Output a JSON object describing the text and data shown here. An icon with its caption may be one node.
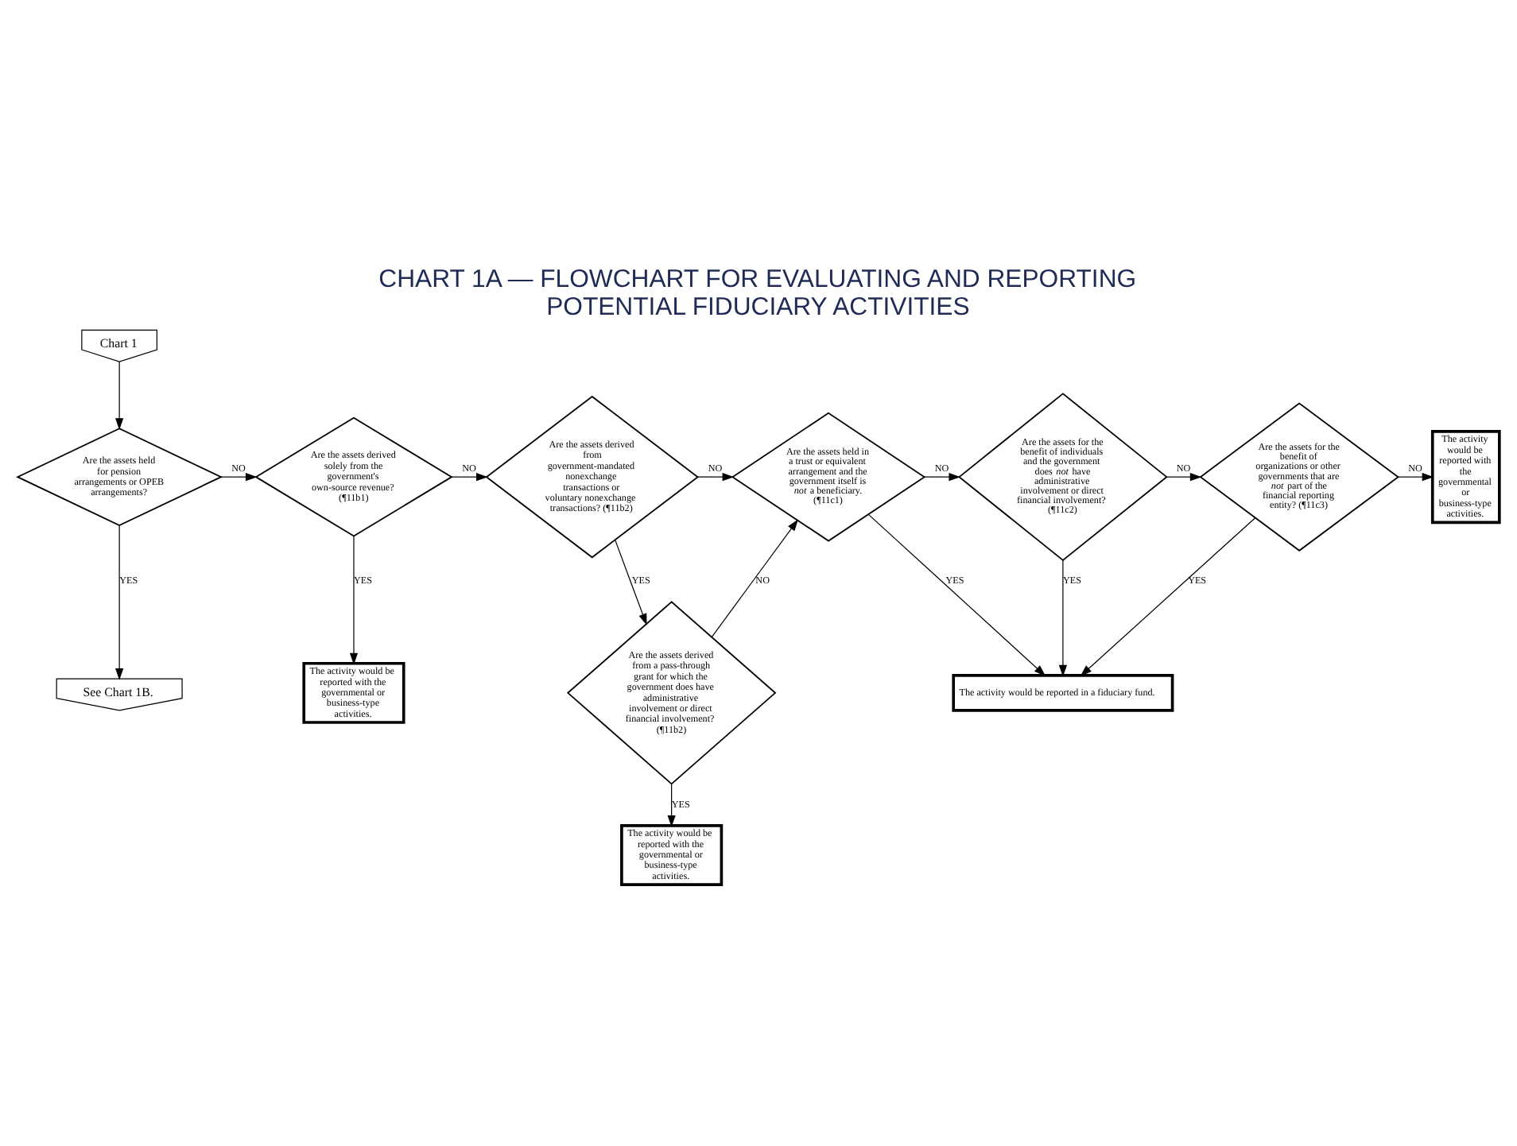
{
  "diagram": {
    "title": "CHART 1A — FLOWCHART FOR EVALUATING AND REPORTING POTENTIAL FIDUCIARY ACTIVITIES",
    "nodes": [
      {
        "text": [
          "Chart 1"
        ]
      },
      {
        "text": [
          "Are the assets held for pension arrangements or OPEB arrangements?"
        ]
      },
      {
        "text": [
          "See Chart 1B."
        ]
      },
      {
        "text": [
          "Are the assets derived solely from the government's own-source revenue? (¶11b1)"
        ]
      },
      {
        "text": [
          "The activity would be reported with the governmental or business-type activities."
        ]
      },
      {
        "text": [
          "Are the assets derived from government-mandated nonexchange transactions or voluntary nonexchange transactions? (¶11b2)"
        ]
      },
      {
        "text": [
          "Are the assets derived from a pass-through grant for which the government does have administrative involvement or direct financial involvement? (¶11b2)"
        ]
      },
      {
        "text": [
          "The activity would be reported with the governmental or business-type activities."
        ]
      },
      {
        "text": [
          "Are the assets held in a trust or equivalent arrangement and the government itself is *not* a beneficiary. (¶11c1)"
        ]
      },
      {
        "text": [
          "Are the assets for the benefit of individuals and the government does *not* have administrative involvement or direct financial involvement? (¶11c2)"
        ]
      },
      {
        "text": [
          "Are the assets for the benefit of organizations or other governments that are *not* part of the financial reporting entity? (¶11c3)"
        ]
      },
      {
        "text": [
          "The activity would be reported with the governmental or business-type activities."
        ]
      },
      {
        "text": [
          "The activity would be reported in a fiduciary fund."
        ]
      }
    ],
    "edges": [
      {
        "from": 0,
        "to": 1,
        "arrow": "to"
      },
      {
        "from": 1,
        "to": 2,
        "arrow": "to",
        "label": "YES"
      },
      {
        "from": 1,
        "to": 3,
        "arrow": "to",
        "label": "NO"
      },
      {
        "from": 3,
        "to": 4,
        "arrow": "to",
        "label": "YES"
      },
      {
        "from": 3,
        "to": 5,
        "arrow": "to",
        "label": "NO"
      },
      {
        "from": 5,
        "to": 6,
        "arrow": "to",
        "label": "YES"
      },
      {
        "from": 5,
        "to": 8,
        "arrow": "to",
        "label": "NO"
      },
      {
        "from": 6,
        "to": 8,
        "arrow": "to",
        "label": "NO"
      },
      {
        "from": 6,
        "to": 7,
        "arrow": "to",
        "label": "YES"
      },
      {
        "from": 8,
        "to": 12,
        "arrow": "to",
        "label": "YES"
      },
      {
        "from": 8,
        "to": 9,
        "arrow": "to",
        "label": "NO"
      },
      {
        "from": 9,
        "to": 12,
        "arrow": "to",
        "label": "YES"
      },
      {
        "from": 9,
        "to": 10,
        "arrow": "to",
        "label": "NO"
      },
      {
        "from": 10,
        "to": 12,
        "arrow": "to",
        "label": "YES"
      },
      {
        "from": 10,
        "to": 11,
        "arrow": "to",
        "label": "NO"
      }
    ]
  }
}
